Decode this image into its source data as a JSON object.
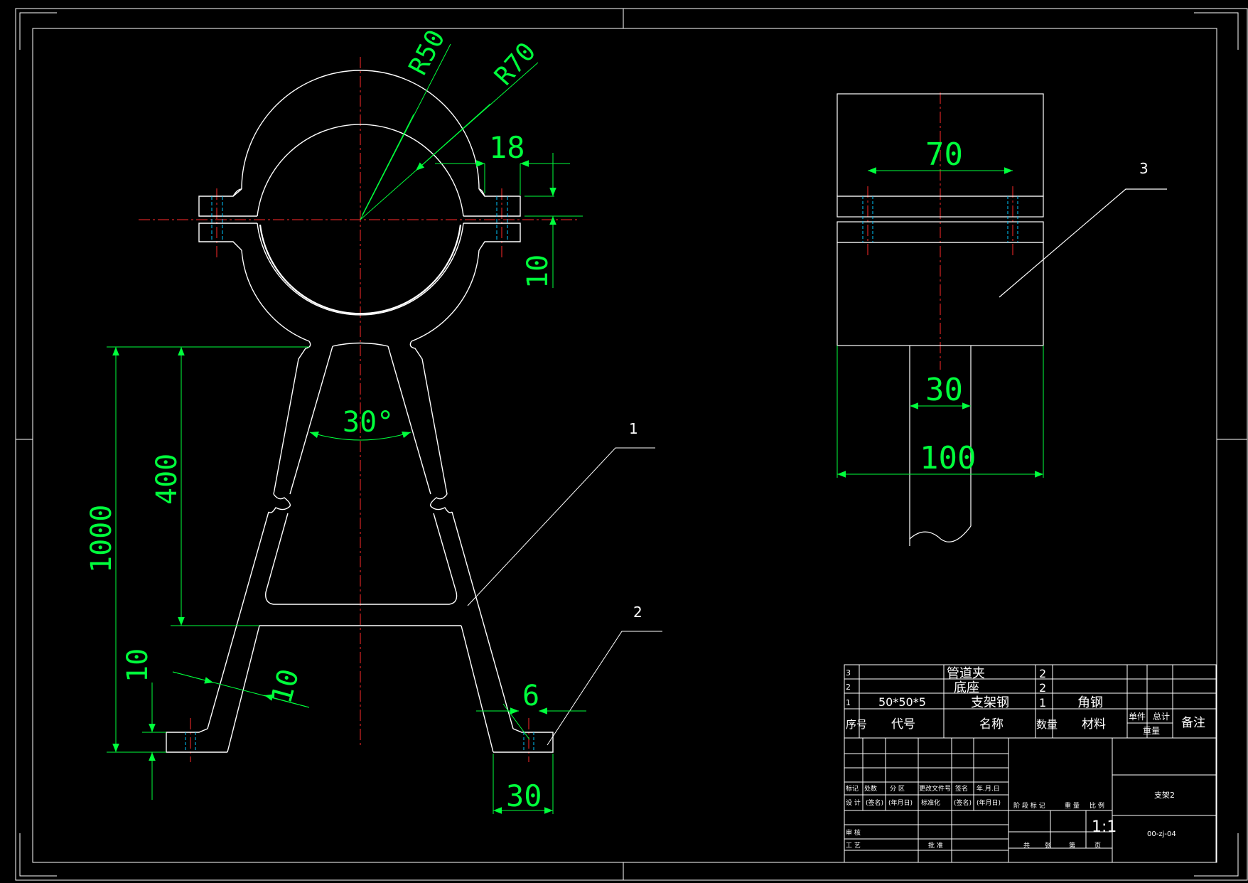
{
  "colors": {
    "background": "#000000",
    "outline": "#ffffff",
    "dimension": "#00ff3c",
    "centerline": "#ff2a2a",
    "hidden": "#00c8ff"
  },
  "front_view": {
    "dims": {
      "r50": "R50",
      "r70": "R70",
      "d18": "18",
      "d10_right": "10",
      "angle": "30°",
      "d400": "400",
      "d1000": "1000",
      "d10_left": "10",
      "d10_leg": "10",
      "d6": "6",
      "d30": "30"
    },
    "labels": {
      "part1": "1",
      "part2": "2"
    }
  },
  "side_view": {
    "dims": {
      "d70": "70",
      "d30": "30",
      "d100": "100"
    },
    "labels": {
      "part3": "3"
    }
  },
  "title_block": {
    "bom_rows": [
      {
        "no": "3",
        "code": "",
        "name": "管道夹",
        "qty": "2",
        "material": ""
      },
      {
        "no": "2",
        "code": "",
        "name": "底座",
        "qty": "2",
        "material": ""
      },
      {
        "no": "1",
        "code": "50*50*5",
        "name": "支架钢",
        "qty": "1",
        "material": "角钢"
      }
    ],
    "bom_header": {
      "no": "序号",
      "code": "代号",
      "name": "名称",
      "qty": "数量",
      "material": "材料",
      "single": "单件",
      "total": "总计",
      "weight": "重量",
      "remark": "备注"
    },
    "sign_header": [
      "标记",
      "处数",
      "分 区",
      "更改文件号",
      "签名",
      "年.月.日"
    ],
    "design_row": [
      "设 计",
      "(签名)",
      "(年月日)",
      "标准化",
      "(签名)",
      "(年月日)"
    ],
    "review": "审 核",
    "process": "工 艺",
    "approve": "批 准",
    "stage_header": [
      "阶 段 标 记",
      "重 量",
      "比 例"
    ],
    "scale": "1:1",
    "sheet_row": [
      "共",
      "张",
      "第",
      "页"
    ],
    "drawing_name": "支架2",
    "drawing_code": "00-zj-04"
  }
}
